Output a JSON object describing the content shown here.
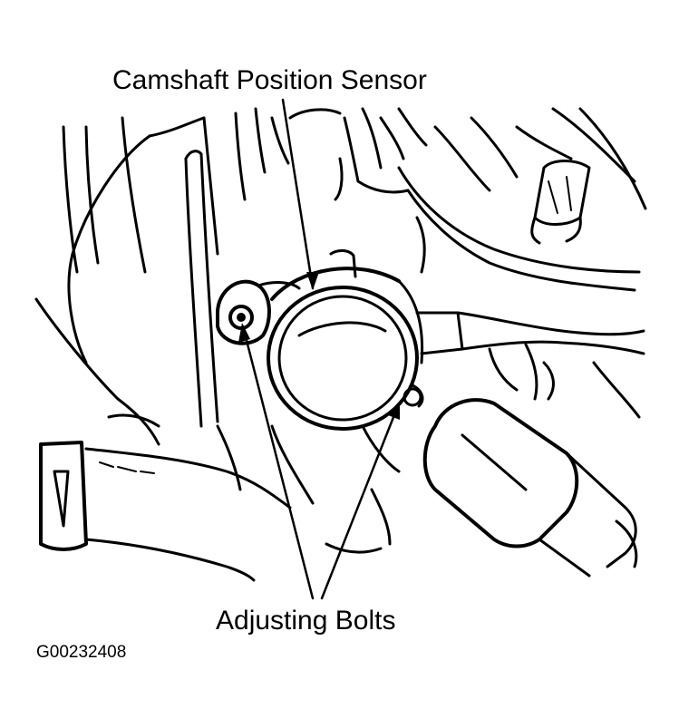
{
  "labels": {
    "sensor": "Camshaft Position Sensor",
    "bolts": "Adjusting Bolts",
    "figure_code": "G00232408"
  },
  "colors": {
    "ink": "#000000",
    "background": "#ffffff"
  }
}
